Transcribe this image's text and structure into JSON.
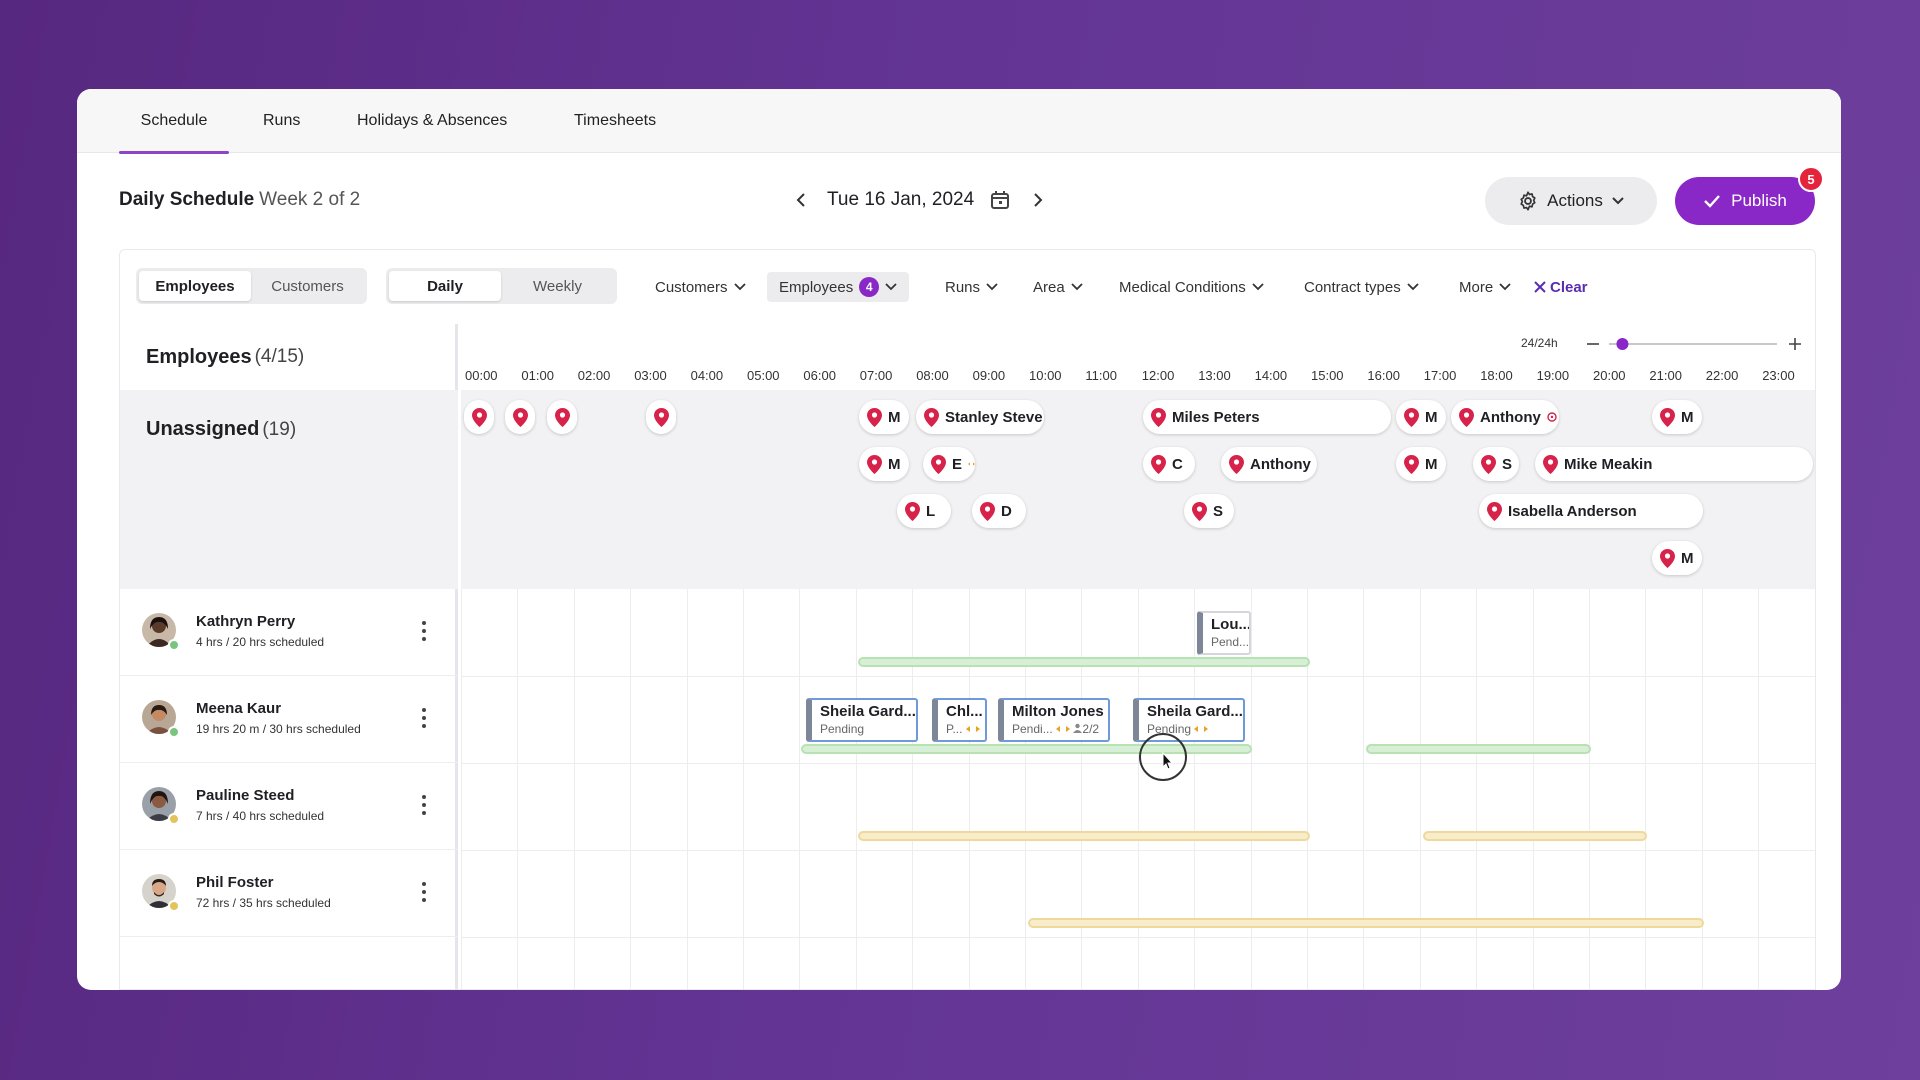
{
  "tabs": [
    {
      "label": "Schedule",
      "active": true
    },
    {
      "label": "Runs"
    },
    {
      "label": "Holidays & Absences"
    },
    {
      "label": "Timesheets"
    }
  ],
  "header": {
    "title": "Daily Schedule",
    "week": "Week 2 of 2",
    "date": "Tue 16 Jan, 2024",
    "actions_label": "Actions",
    "publish_label": "Publish",
    "publish_badge": "5"
  },
  "view_toggle": {
    "employees": "Employees",
    "customers": "Customers"
  },
  "period_toggle": {
    "daily": "Daily",
    "weekly": "Weekly"
  },
  "filters": {
    "customers": "Customers",
    "employees": "Employees",
    "employees_count": "4",
    "runs": "Runs",
    "area": "Area",
    "medical": "Medical Conditions",
    "contract": "Contract types",
    "more": "More",
    "clear": "Clear"
  },
  "left": {
    "employees_label": "Employees",
    "employees_count": "(4/15)",
    "unassigned_label": "Unassigned",
    "unassigned_count": "(19)"
  },
  "zoom": {
    "label": "24/24h",
    "level": 0.08
  },
  "hours": [
    "00:00",
    "01:00",
    "02:00",
    "03:00",
    "04:00",
    "05:00",
    "06:00",
    "07:00",
    "08:00",
    "09:00",
    "10:00",
    "11:00",
    "12:00",
    "13:00",
    "14:00",
    "15:00",
    "16:00",
    "17:00",
    "18:00",
    "19:00",
    "20:00",
    "21:00",
    "22:00",
    "23:00"
  ],
  "unassigned": {
    "pin1": "",
    "pin2": "",
    "pin3": "",
    "pin4": "",
    "r1_m1": "M",
    "r1_stanley": "Stanley Steve",
    "r1_miles": "Miles Peters",
    "r1_m2": "M",
    "r1_anthony": "Anthony",
    "r1_m3": "M",
    "r2_m1": "M",
    "r2_e": "E",
    "r2_c": "C",
    "r2_anthony": "Anthony",
    "r2_m2": "M",
    "r2_s": "S",
    "r2_mike": "Mike Meakin",
    "r3_l": "L",
    "r3_d": "D",
    "r3_s": "S",
    "r3_isabella": "Isabella Anderson",
    "r4_m": "M"
  },
  "employees": [
    {
      "name": "Kathryn Perry",
      "hours": "4 hrs / 20 hrs scheduled",
      "status": "#7bc47f"
    },
    {
      "name": "Meena Kaur",
      "hours": "19 hrs 20 m / 30 hrs scheduled",
      "status": "#7bc47f"
    },
    {
      "name": "Pauline Steed",
      "hours": "7 hrs / 40 hrs scheduled",
      "status": "#e3c45b"
    },
    {
      "name": "Phil Foster",
      "hours": "72 hrs / 35 hrs scheduled",
      "status": "#e3c45b"
    }
  ],
  "shifts": {
    "kathryn_1": {
      "title": "Lou...",
      "status": "Pend..."
    },
    "meena_1": {
      "title": "Sheila Gard...",
      "status": "Pending"
    },
    "meena_2": {
      "title": "Chl...",
      "status": "P..."
    },
    "meena_3": {
      "title": "Milton Jones",
      "status": "Pendi...",
      "extra": "2/2"
    },
    "meena_4": {
      "title": "Sheila Gard...",
      "status": "Pending"
    }
  },
  "colors": {
    "accent": "#8a27c7",
    "pin": "#d7224a",
    "available": "#b8e1b4",
    "partial": "#efd99a"
  }
}
